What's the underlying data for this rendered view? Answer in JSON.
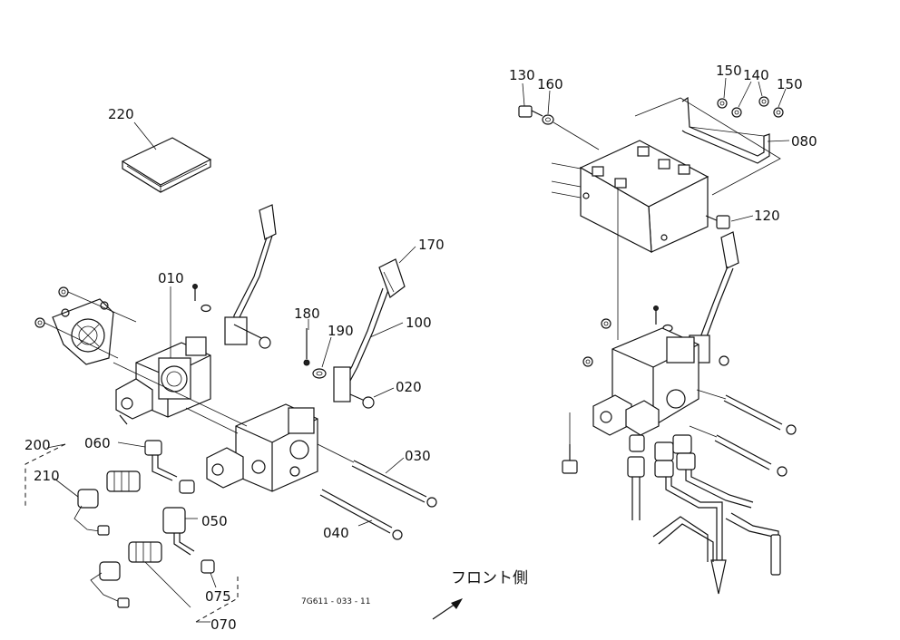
{
  "labels": {
    "p220": "220",
    "p010": "010",
    "p170": "170",
    "p180": "180",
    "p190": "190",
    "p100": "100",
    "p020": "020",
    "p030": "030",
    "p040": "040",
    "p050": "050",
    "p060": "060",
    "p200": "200",
    "p210": "210",
    "p075": "075",
    "p070": "070",
    "p130": "130",
    "p160": "160",
    "p150a": "150",
    "p140": "140",
    "p150b": "150",
    "p080": "080",
    "p120": "120"
  },
  "drawing_code": "7G611 - 033 - 11",
  "front_side": "フロント側"
}
